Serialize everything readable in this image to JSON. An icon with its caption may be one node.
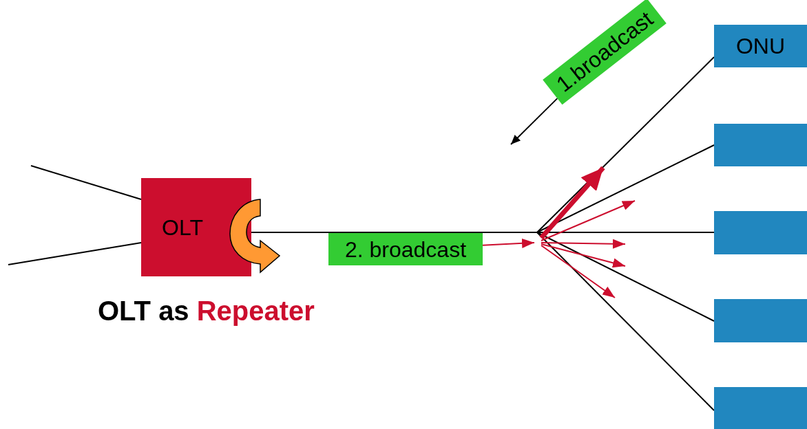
{
  "diagram": {
    "caption": "OLT as Repeater",
    "nodes": [
      {
        "text": [
          "OLT"
        ]
      },
      {
        "text": [
          "ONU"
        ]
      },
      {
        "text": [],
        "shape": "box"
      },
      {
        "text": [],
        "shape": "box"
      },
      {
        "text": [],
        "shape": "box"
      },
      {
        "text": [],
        "shape": "box"
      },
      {
        "text": [
          "1.broadcast"
        ]
      },
      {
        "text": [
          "2. broadcast"
        ]
      }
    ],
    "edges": [
      {
        "from": null,
        "to": 0,
        "arrow": "none"
      },
      {
        "from": null,
        "to": 0,
        "arrow": "none"
      },
      {
        "from": 0,
        "to": 1,
        "arrow": "none"
      },
      {
        "from": 0,
        "to": 2,
        "arrow": "none"
      },
      {
        "from": 0,
        "to": 3,
        "arrow": "none"
      },
      {
        "from": 0,
        "to": 4,
        "arrow": "none"
      },
      {
        "from": 0,
        "to": 5,
        "arrow": "none"
      },
      {
        "from": 6,
        "to": null,
        "arrow": "to"
      },
      {
        "from": 7,
        "to": null,
        "arrow": "to",
        "color": "#cc0e2e"
      }
    ]
  }
}
